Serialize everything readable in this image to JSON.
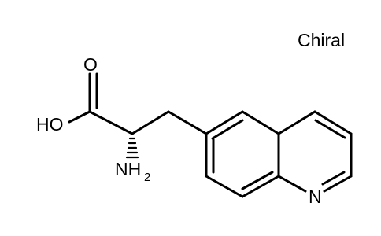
{
  "chiral_flag": "Chiral",
  "atoms": {
    "oxygen_carbonyl": "O",
    "hydroxyl": "HO",
    "amine_main": "NH",
    "amine_subscript": "2",
    "ring_nitrogen": "N"
  },
  "colors": {
    "bond": "#000000",
    "label": "#000000",
    "background": "#ffffff"
  }
}
